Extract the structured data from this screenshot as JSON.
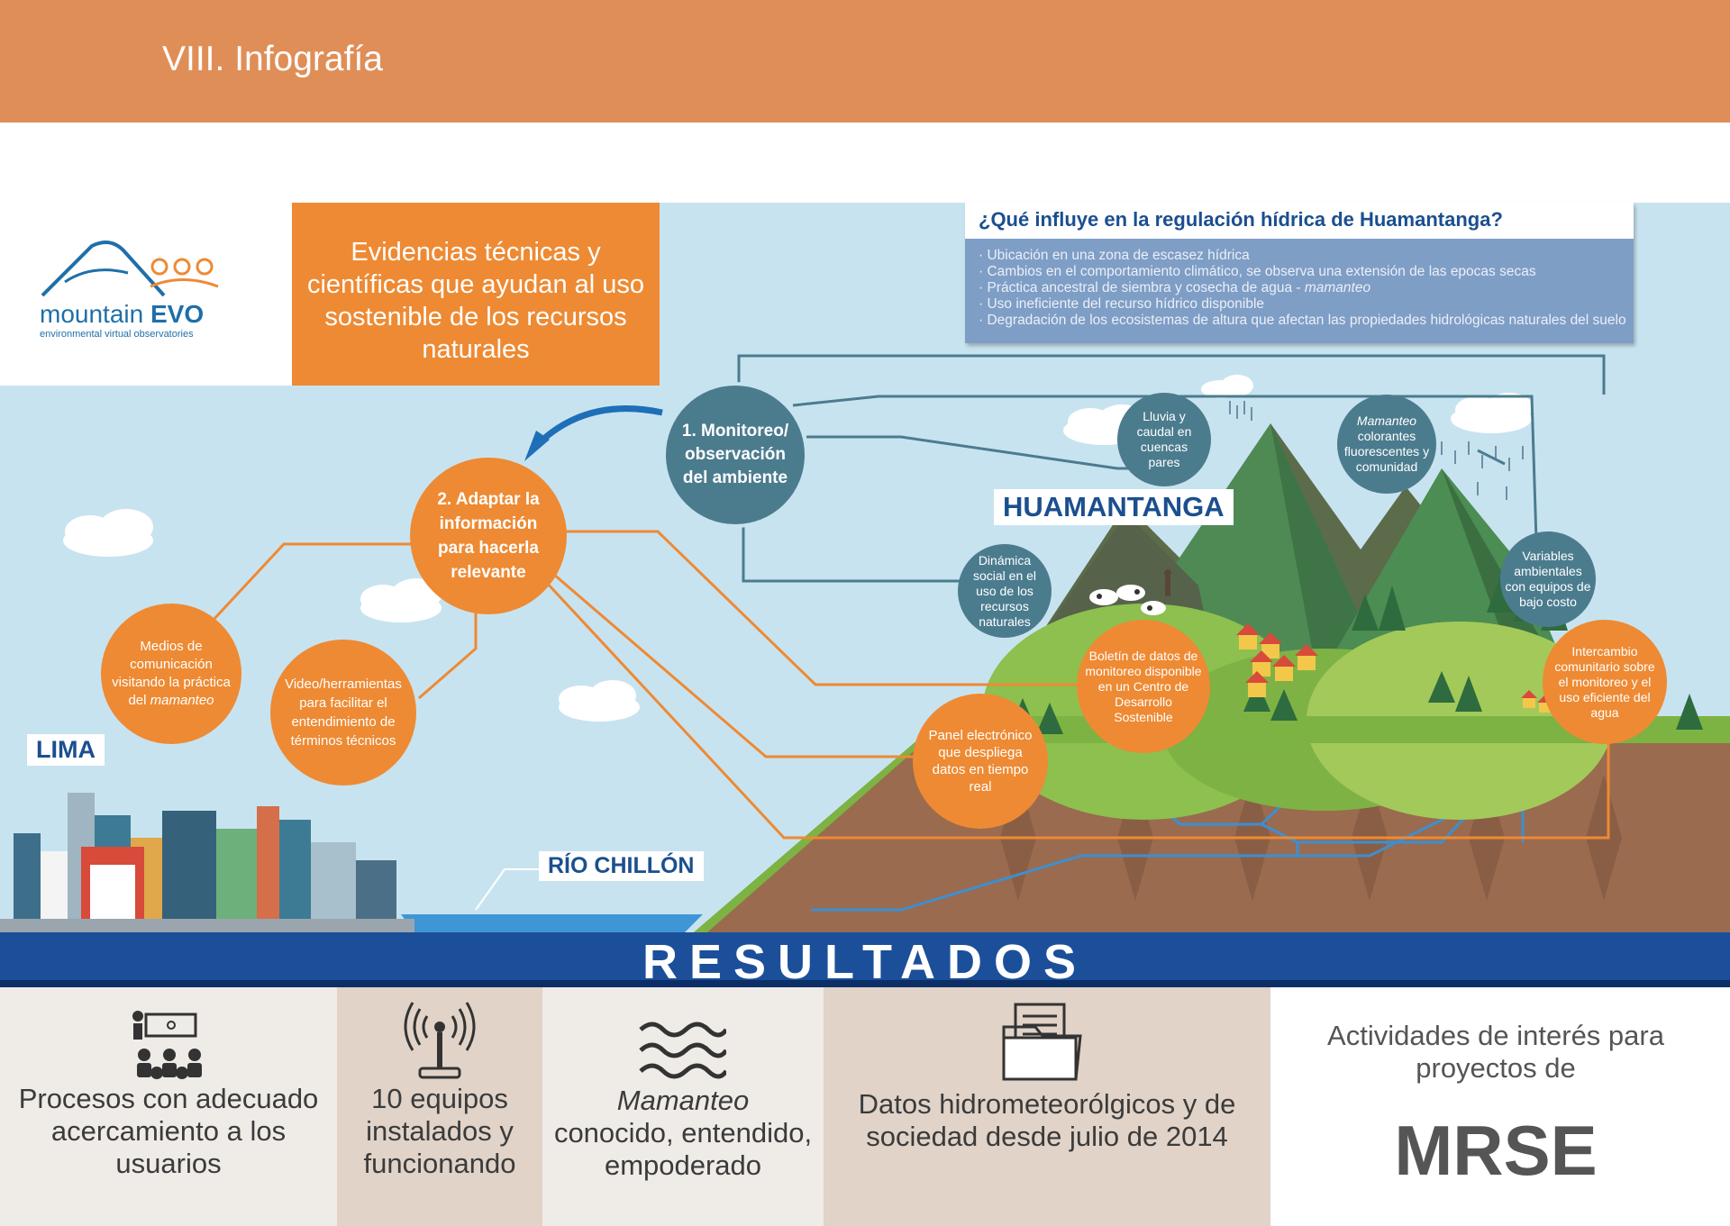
{
  "header": {
    "title": "VIII.  Infografía"
  },
  "logo": {
    "name_part1": "mountain ",
    "name_part2": "EVO",
    "subtitle": "environmental virtual observatories"
  },
  "evidence_box": {
    "text": "Evidencias técnicas y científicas que ayudan al uso sostenible de los recursos naturales"
  },
  "question_box": {
    "title": "¿Qué influye  en la regulación hídrica de Huamantanga?",
    "items": [
      "· Ubicación en una zona de escasez hídrica",
      "· Cambios en el comportamiento climático, se observa una extensión de las epocas secas",
      "· Práctica ancestral de siembra y cosecha de agua - ",
      "· Uso ineficiente del recurso hídrico disponible",
      "· Degradación de los ecosistemas de altura que afectan las propiedades hidrológicas naturales del suelo"
    ],
    "item3_italic": "mamanteo"
  },
  "places": {
    "huamantanga": "HUAMANTANGA",
    "lima": "LIMA",
    "rio": "RÍO CHILLÓN"
  },
  "nodes": {
    "monitoreo": "1. Monitoreo/ observación del ambiente",
    "adaptar": "2. Adaptar la información para hacerla relevante",
    "medios_a": "Medios de comunicación visitando la práctica del",
    "medios_b": "mamanteo",
    "video": "Video/herramientas para facilitar el entendimiento de términos técnicos",
    "panel": "Panel electrónico que despliega datos en tiempo real",
    "boletin": "Boletín de datos de monitoreo disponible en un Centro de Desarrollo Sostenible",
    "intercambio": "Intercambio comunitario sobre el monitoreo y el uso eficiente del agua",
    "dinamica": "Dinámica social en el uso de los recursos naturales",
    "lluvia": "Lluvia y caudal en cuencas pares",
    "mamanteo_a": "Mamanteo",
    "mamanteo_b": "colorantes fluorescentes y comunidad",
    "variables": "Variables ambientales con equipos de bajo costo"
  },
  "resultados": {
    "title": "RESULTADOS",
    "col1": "Procesos con adecuado acercamiento a los usuarios",
    "col2": "10 equipos instalados y funcionando",
    "col3_a": "Mamanteo",
    "col3_b": "conocido, entendido, empoderado",
    "col4": "Datos hidrometeorólgicos y de sociedad desde julio de 2014",
    "col5_a": "Actividades de interés para proyectos de",
    "col5_b": "MRSE"
  },
  "colors": {
    "header": "#e08e57",
    "sky": "#c8e3f0",
    "orange": "#ee8a33",
    "teal": "#4b7c8e",
    "question_box": "#7f9ec6",
    "results_bar": "#1c4f9a"
  },
  "icons": [
    "presentation-people-icon",
    "antenna-icon",
    "water-waves-icon",
    "documents-folder-icon"
  ]
}
